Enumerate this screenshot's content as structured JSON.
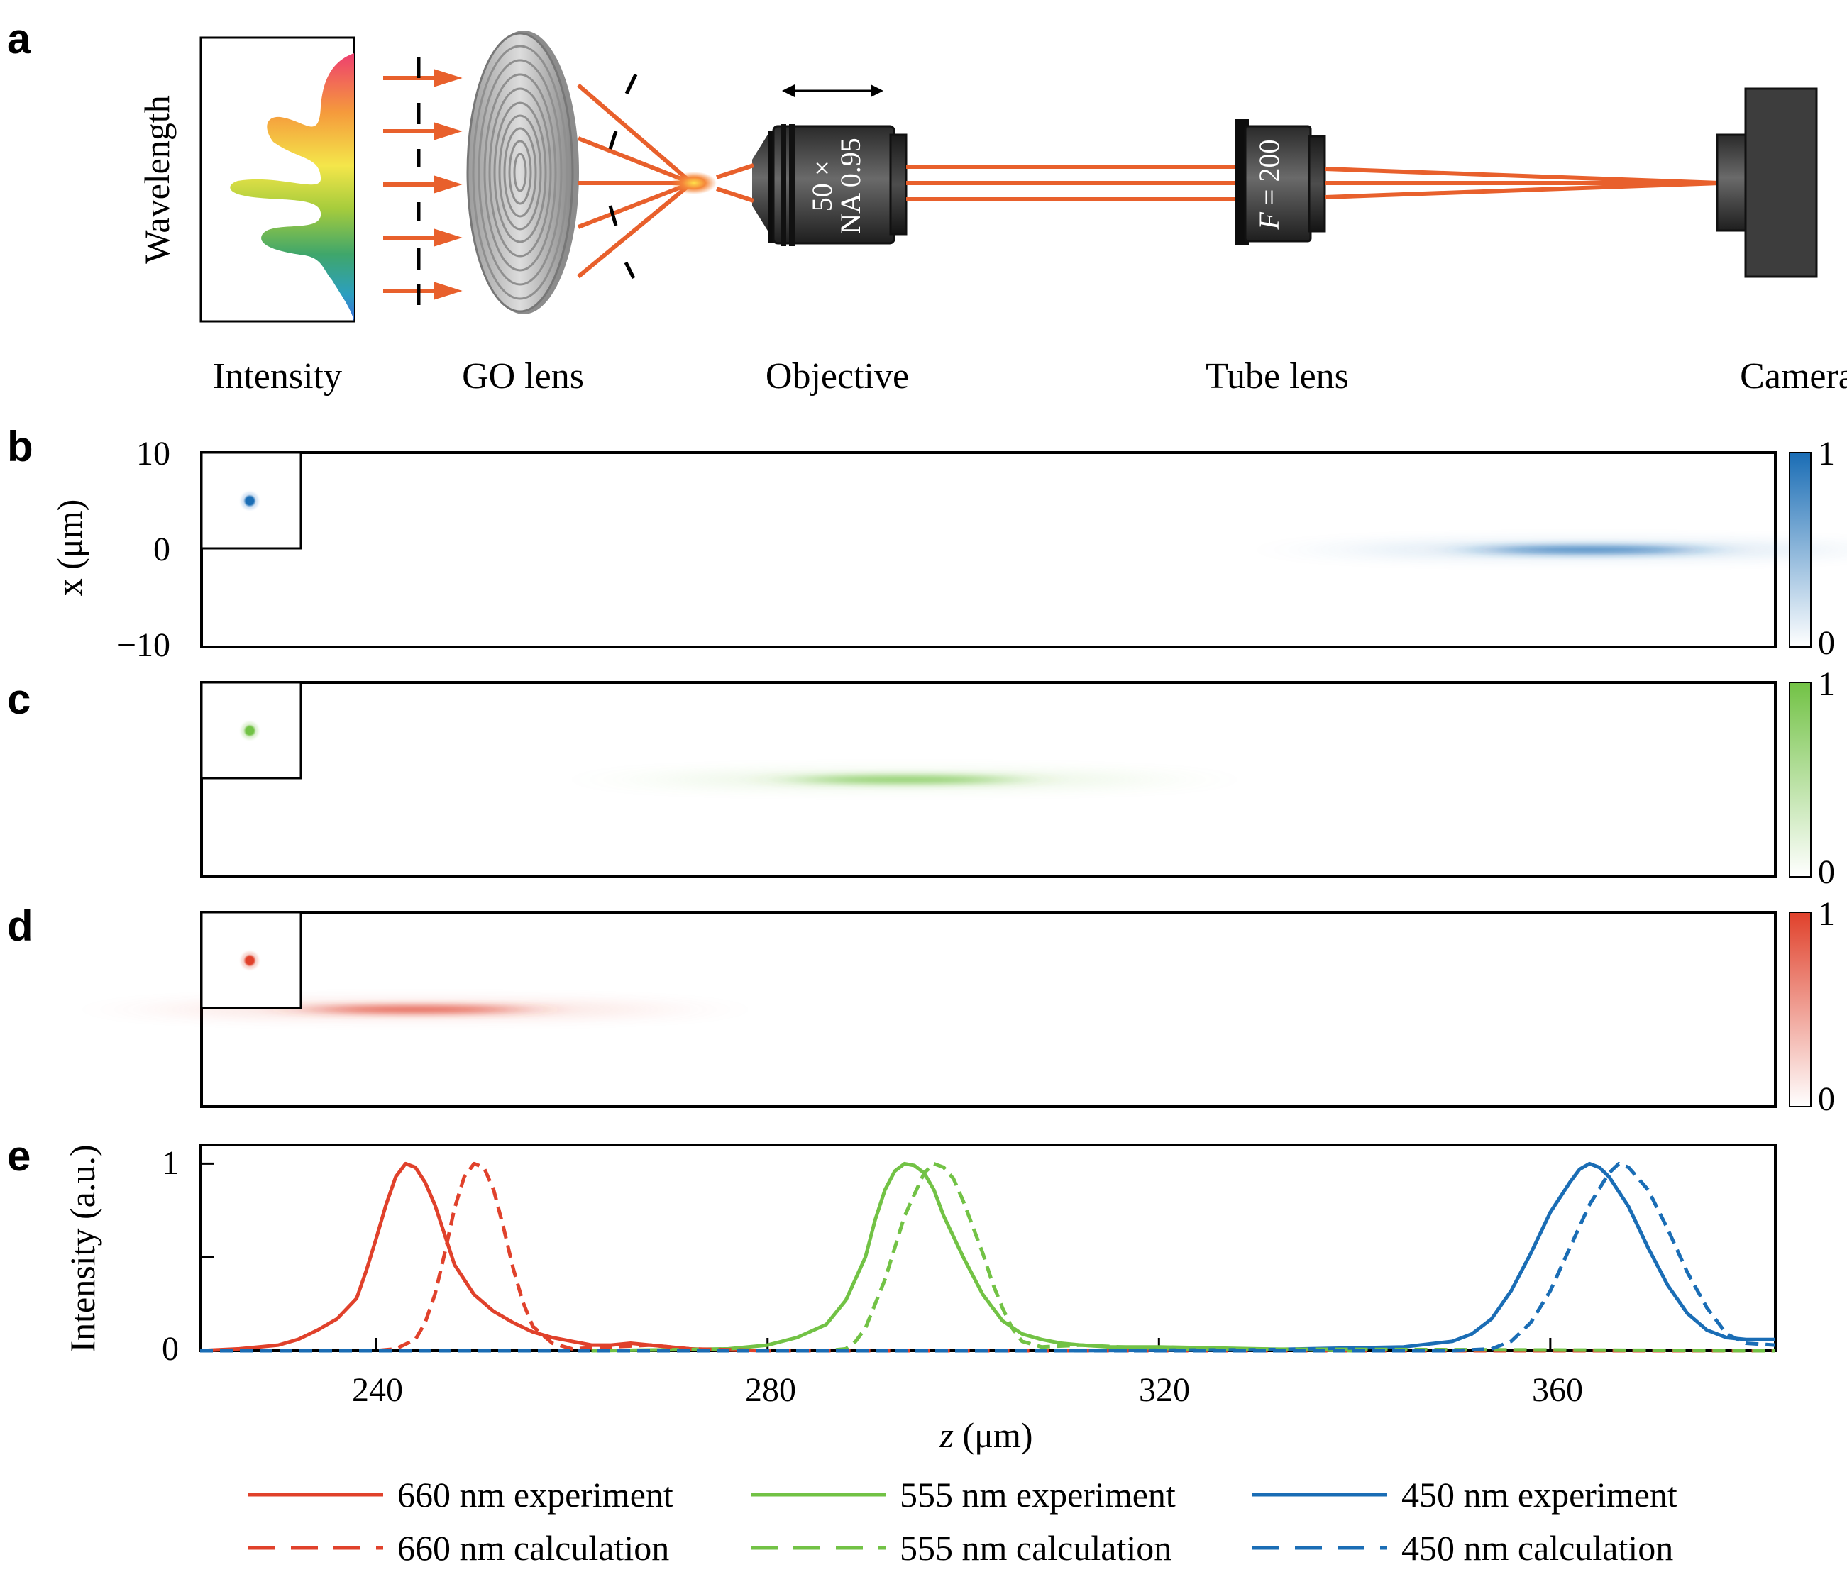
{
  "panels": {
    "a": "a",
    "b": "b",
    "c": "c",
    "d": "d",
    "e": "e"
  },
  "schematic": {
    "intensity_axis_label": "Wavelength",
    "intensity_label": "Intensity",
    "go_lens_label": "GO lens",
    "objective_label": "Objective",
    "objective_mag": "50 ×",
    "objective_na": "NA 0.95",
    "tube_lens_label": "Tube lens",
    "tube_lens_f_symbol": "F",
    "tube_lens_f_value": " = 200",
    "camera_label": "Camera"
  },
  "intensity_maps": {
    "ylabel": "x (μm)",
    "yticks": [
      "10",
      "0",
      "−10"
    ],
    "colorbar_max": "1",
    "colorbar_min": "0",
    "maps": [
      {
        "name": "450 nm",
        "color": "#1a6db5",
        "focus_z": 364
      },
      {
        "name": "555 nm",
        "color": "#72c245",
        "focus_z": 294
      },
      {
        "name": "660 nm",
        "color": "#e0412b",
        "focus_z": 244
      }
    ]
  },
  "chart_data": {
    "type": "line",
    "xlabel_symbol": "z",
    "xlabel_unit": " (μm)",
    "ylabel": "Intensity (a.u.)",
    "xlim": [
      222,
      383
    ],
    "ylim": [
      0,
      1.1
    ],
    "xticks": [
      "240",
      "280",
      "320",
      "360"
    ],
    "yticks": [
      "0",
      "1"
    ],
    "series": [
      {
        "name": "660 nm experiment",
        "color": "#e0412b",
        "dash": false,
        "x": [
          222,
          226,
          230,
          232,
          234,
          236,
          238,
          239,
          240,
          241,
          242,
          243,
          244,
          245,
          246,
          247,
          248,
          250,
          252,
          254,
          256,
          258,
          260,
          262,
          264,
          266,
          268,
          270,
          272,
          275,
          280
        ],
        "y": [
          0.0,
          0.01,
          0.03,
          0.06,
          0.11,
          0.17,
          0.28,
          0.43,
          0.6,
          0.78,
          0.93,
          1.0,
          0.98,
          0.9,
          0.78,
          0.62,
          0.46,
          0.3,
          0.21,
          0.15,
          0.1,
          0.07,
          0.05,
          0.03,
          0.03,
          0.04,
          0.03,
          0.02,
          0.01,
          0.005,
          0.0
        ]
      },
      {
        "name": "555 nm experiment",
        "color": "#72c245",
        "dash": false,
        "x": [
          262,
          270,
          276,
          280,
          283,
          286,
          288,
          290,
          291,
          292,
          293,
          294,
          295,
          296,
          297,
          298,
          300,
          302,
          304,
          306,
          308,
          310,
          312,
          315,
          320,
          330,
          340
        ],
        "y": [
          0.0,
          0.005,
          0.01,
          0.03,
          0.07,
          0.14,
          0.27,
          0.5,
          0.7,
          0.86,
          0.96,
          1.0,
          0.99,
          0.95,
          0.86,
          0.72,
          0.5,
          0.3,
          0.16,
          0.09,
          0.06,
          0.04,
          0.03,
          0.02,
          0.02,
          0.01,
          0.0
        ]
      },
      {
        "name": "450 nm experiment",
        "color": "#1a6db5",
        "dash": false,
        "x": [
          310,
          330,
          345,
          350,
          352,
          354,
          356,
          358,
          360,
          362,
          363,
          364,
          365,
          366,
          368,
          370,
          372,
          374,
          376,
          378,
          380,
          383
        ],
        "y": [
          0.0,
          0.005,
          0.02,
          0.05,
          0.09,
          0.17,
          0.32,
          0.52,
          0.74,
          0.9,
          0.97,
          1.0,
          0.98,
          0.93,
          0.77,
          0.55,
          0.35,
          0.2,
          0.11,
          0.07,
          0.06,
          0.06
        ]
      },
      {
        "name": "660 nm calculation",
        "color": "#e0412b",
        "dash": true,
        "x": [
          222,
          232,
          240,
          242,
          244,
          245,
          246,
          247,
          248,
          249,
          250,
          251,
          252,
          253,
          254,
          255,
          256,
          258,
          260,
          264,
          268,
          272,
          276,
          280,
          383
        ],
        "y": [
          0.0,
          0.0,
          0.0,
          0.01,
          0.06,
          0.15,
          0.3,
          0.52,
          0.76,
          0.93,
          1.0,
          0.98,
          0.86,
          0.66,
          0.44,
          0.26,
          0.13,
          0.04,
          0.01,
          0.02,
          0.03,
          0.01,
          0.005,
          0.0,
          0.0
        ]
      },
      {
        "name": "555 nm calculation",
        "color": "#72c245",
        "dash": true,
        "x": [
          222,
          280,
          286,
          288,
          289,
          290,
          292,
          294,
          296,
          297,
          298,
          299,
          300,
          302,
          303,
          304,
          305,
          306,
          308,
          312,
          316,
          322,
          383
        ],
        "y": [
          0.0,
          0.0,
          0.0,
          0.01,
          0.05,
          0.12,
          0.38,
          0.72,
          0.95,
          1.0,
          0.98,
          0.92,
          0.8,
          0.52,
          0.36,
          0.23,
          0.12,
          0.05,
          0.02,
          0.03,
          0.02,
          0.01,
          0.0
        ]
      },
      {
        "name": "450 nm calculation",
        "color": "#1a6db5",
        "dash": true,
        "x": [
          222,
          350,
          354,
          356,
          358,
          360,
          362,
          364,
          366,
          367,
          368,
          370,
          372,
          374,
          376,
          378,
          380,
          383
        ],
        "y": [
          0.0,
          0.0,
          0.01,
          0.05,
          0.15,
          0.32,
          0.55,
          0.78,
          0.95,
          1.0,
          0.98,
          0.86,
          0.65,
          0.42,
          0.23,
          0.09,
          0.04,
          0.03
        ]
      }
    ]
  }
}
